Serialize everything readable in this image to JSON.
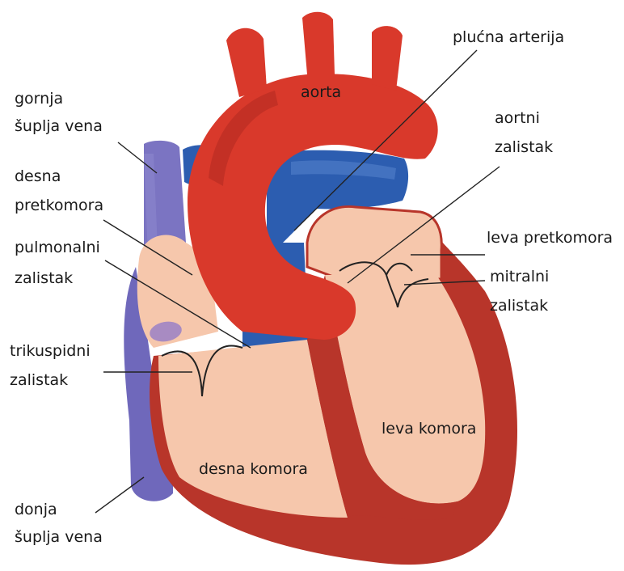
{
  "labels": {
    "aorta": "aorta",
    "plucna_arterija": "plućna arterija",
    "gornja_supljа_vena": [
      "gornja",
      "šuplja vena"
    ],
    "aortni_zalistak": [
      "aortni",
      "zalistak"
    ],
    "desna_pretkomora": [
      "desna",
      "pretkomora"
    ],
    "leva_pretkomora": "leva pretkomora",
    "pulmonalni_zalistak": [
      "pulmonalni",
      "zalistak"
    ],
    "mitralni_zalistak": [
      "mitralni",
      "zalistak"
    ],
    "trikuspidni_zalistak": [
      "trikuspidni",
      "zalistak"
    ],
    "leva_komora": "leva komora",
    "desna_komora": "desna komora",
    "donja_supljа_vena": [
      "donja",
      "šuplja vena"
    ]
  },
  "colors": {
    "aorta_red": "#d9392b",
    "muscle_dark_red": "#b8352a",
    "chamber_peach": "#f6c7ac",
    "vena_purple": "#7b74c2",
    "vena_purple_dark": "#5e58ab",
    "pulmonary_blue": "#2c5db0",
    "pulmonary_blue_dark": "#1e4a94"
  }
}
